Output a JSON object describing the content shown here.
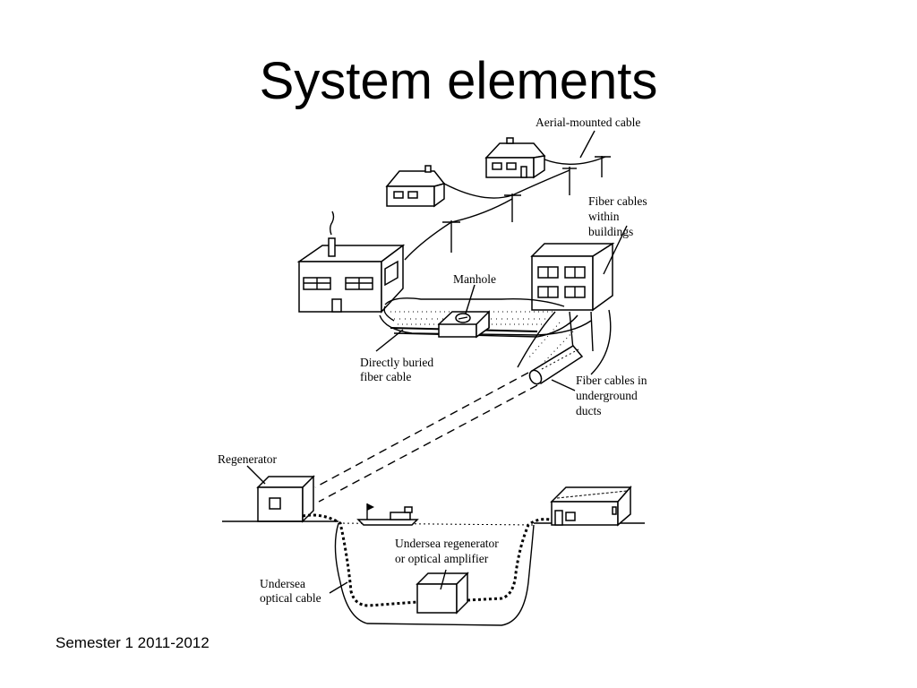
{
  "slide": {
    "title": "System elements",
    "footer": "Semester 1 2011-2012"
  },
  "diagram": {
    "labels": {
      "aerial": "Aerial-mounted cable",
      "fiber_buildings_1": "Fiber cables",
      "fiber_buildings_2": "within",
      "fiber_buildings_3": "buildings",
      "manhole": "Manhole",
      "direct_1": "Directly buried",
      "direct_2": "fiber cable",
      "ducts_1": "Fiber cables in",
      "ducts_2": "underground",
      "ducts_3": "ducts",
      "regenerator": "Regenerator",
      "undersea_regen_1": "Undersea regenerator",
      "undersea_regen_2": "or optical amplifier",
      "undersea_cable_1": "Undersea",
      "undersea_cable_2": "optical cable"
    }
  }
}
